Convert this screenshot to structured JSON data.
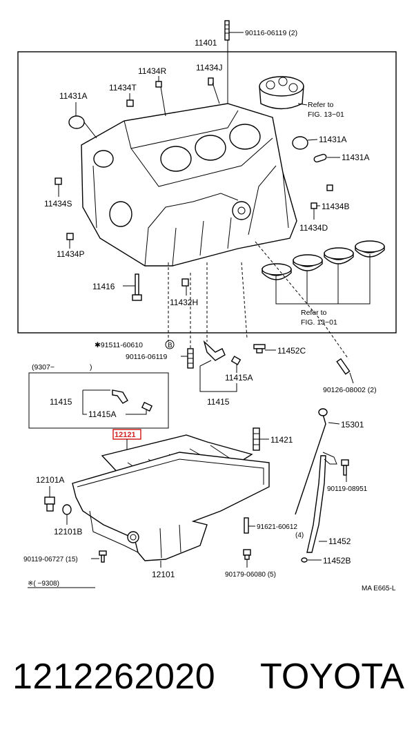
{
  "diagram": {
    "labels": {
      "l11401": "11401",
      "l90116_top": "90116-06119 (2)",
      "l11434R": "11434R",
      "l11434J": "11434J",
      "l11434T": "11434T",
      "l11431A_left": "11431A",
      "refer_top_1": "Refer to",
      "refer_top_2": "FIG. 13−01",
      "l11431A_r1": "11431A",
      "l11431A_r2": "11431A",
      "l11434S": "11434S",
      "l11434B": "11434B",
      "l11434D": "11434D",
      "l11434P": "11434P",
      "l11416": "11416",
      "l11432H": "11432H",
      "refer_bot_1": "Refer to",
      "refer_bot_2": "FIG. 13−01",
      "l91511": "✱91511-60610",
      "lB": "B",
      "l90116_mid": "90116-06119",
      "l11452C": "11452C",
      "l9307": "(9307−",
      "l9307_close": ")",
      "l11415A_mid": "11415A",
      "l11415_mid": "11415",
      "l90126": "90126-08002 (2)",
      "l11415_box": "11415",
      "l11415A_box": "11415A",
      "l12121": "12121",
      "l15301": "15301",
      "l11421": "11421",
      "l12101A": "12101A",
      "l90119_08951": "90119-08951",
      "l12101B": "12101B",
      "l91621": "91621-60612",
      "l91621_qty": "(4)",
      "l11452": "11452",
      "l90119_06727": "90119-06727 (15)",
      "l12101": "12101",
      "l90179": "90179-06080 (5)",
      "l11452B": "11452B",
      "l9308": "※(     −9308)",
      "lref": "MA E665-L"
    }
  },
  "footer": {
    "part_number": "1212262020",
    "brand": "TOYOTA"
  },
  "colors": {
    "highlight": "#d42020"
  }
}
